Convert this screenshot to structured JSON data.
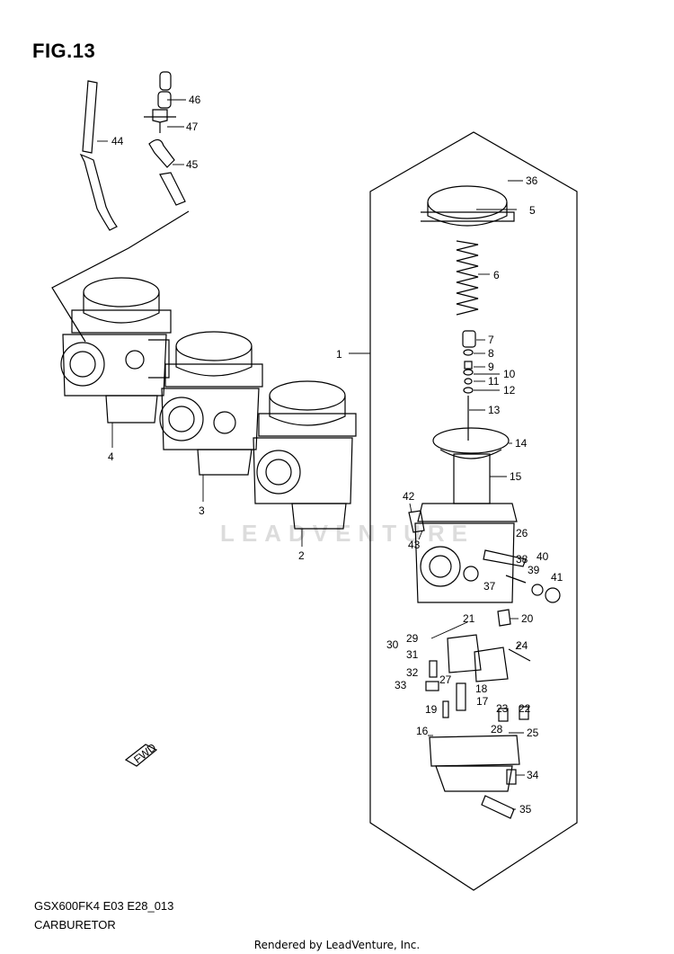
{
  "figure": {
    "title": "FIG.13",
    "code": "GSX600FK4 E03 E28_013",
    "name": "CARBURETOR",
    "credit": "Rendered by LeadVenture, Inc.",
    "watermark": "LEADVENTURE",
    "direction_arrow": "FWD"
  },
  "callouts": [
    "1",
    "2",
    "3",
    "4",
    "5",
    "6",
    "7",
    "8",
    "9",
    "10",
    "11",
    "12",
    "13",
    "14",
    "15",
    "16",
    "17",
    "18",
    "19",
    "20",
    "21",
    "22",
    "23",
    "24",
    "25",
    "26",
    "27",
    "28",
    "29",
    "30",
    "31",
    "32",
    "33",
    "34",
    "35",
    "36",
    "37",
    "38",
    "39",
    "40",
    "41",
    "42",
    "43",
    "44",
    "45",
    "46",
    "47"
  ]
}
